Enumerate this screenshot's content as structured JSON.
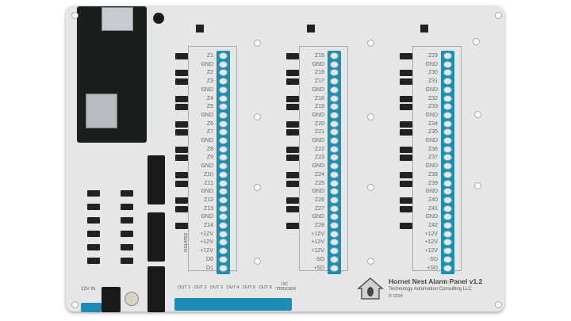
{
  "board": {
    "title": "Hornet Nest Alarm Panel",
    "version": "v1.2",
    "company": "Technology Automation Consulting LLC",
    "copyright": "© 2024",
    "power_label": "12V IN",
    "isolated_label": "ISOLATED",
    "dc_trigger_label": "DC TRIGGER",
    "outputs": [
      "OUT 1",
      "OUT 2",
      "OUT 3",
      "OUT 4",
      "OUT 5",
      "OUT 6"
    ],
    "terminal_color": "#1e8db5",
    "columns": [
      {
        "labels": [
          "Z1",
          "GND",
          "Z2",
          "Z3",
          "GND",
          "Z4",
          "Z5",
          "GND",
          "Z6",
          "Z7",
          "GND",
          "Z8",
          "Z9",
          "GND",
          "Z10",
          "Z11",
          "GND",
          "Z12",
          "Z13",
          "GND",
          "Z14",
          "+12V",
          "+12V",
          "+12V",
          "D0",
          "D1"
        ]
      },
      {
        "labels": [
          "Z15",
          "GND",
          "Z16",
          "Z17",
          "GND",
          "Z18",
          "Z19",
          "GND",
          "Z20",
          "Z21",
          "GND",
          "Z22",
          "Z23",
          "GND",
          "Z24",
          "Z25",
          "GND",
          "Z26",
          "Z27",
          "GND",
          "Z28",
          "+12V",
          "+12V",
          "+12V",
          "-SD",
          "+SD"
        ]
      },
      {
        "labels": [
          "Z29",
          "GND",
          "Z30",
          "Z31",
          "GND",
          "Z32",
          "Z33",
          "GND",
          "Z34",
          "Z35",
          "GND",
          "Z36",
          "Z37",
          "GND",
          "Z38",
          "Z39",
          "GND",
          "Z40",
          "Z41",
          "GND",
          "Z42",
          "+12V",
          "+12V",
          "+12V",
          "-SD",
          "+SD"
        ]
      }
    ]
  }
}
